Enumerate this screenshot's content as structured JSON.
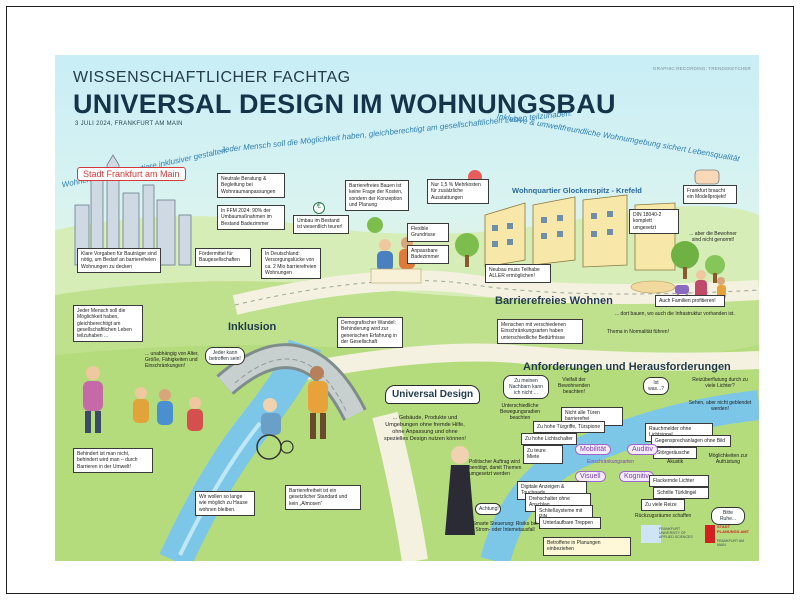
{
  "header": {
    "kicker": "WISSENSCHAFTLICHER FACHTAG",
    "title": "UNIVERSAL DESIGN IM WOHNUNGSBAU",
    "date": "3 JULI 2024, FRANKFURT AM MAIN",
    "credit": "GRAPHIC RECORDING: TRENDSKETCHER"
  },
  "banners": {
    "top": "Jeder Mensch soll die Möglichkeit haben, gleichberechtigt am gesellschaftlichen Leben teilzuhaben.",
    "left": "Wohnen & ganze Quartiere inklusiver gestalten.",
    "right": "Inklusive & umweltfreundliche Wohnumgebung sichert Lebensqualität"
  },
  "city": {
    "tag": "Stadt Frankfurt am Main",
    "notes": {
      "beratung": "Neutrale Beratung & Begleitung bei Wohnraumanpassungen",
      "ffm": "In FFM 2024: 90% der Umbaumaßnahmen im Bestand Badezimmer",
      "vorgaben": "Klare Vorgaben für Bauträger sind nötig, um Bedarf an barrierefreien Wohnungen zu decken",
      "foerder": "Fördermittel für Baugesellschaften",
      "deutschland": "In Deutschland: Versorgungslücke von ca. 2 Mio barrierefreien Wohnungen"
    }
  },
  "costs": {
    "kosten": "Barrierefreies Bauen ist keine Frage der Kosten, sondern der Konzeption und Planung",
    "mehrkosten": "Nur 1,5 % Mehrkosten für zusätzliche Ausstattungen",
    "umbau": "Umbau im Bestand ist wesentlich teurer!",
    "grundrisse": "Flexible Grundrisse",
    "bad": "Anpassbare Badezimmer",
    "euro": "€"
  },
  "glocken": {
    "title": "Wohnquartier Glockenspitz - Krefeld",
    "modell": "Frankfurt braucht ein Modellprojekt!",
    "din": "DIN 18040-2 komplett umgesetzt",
    "bewohner": "... aber die Bewohner sind nicht genormt!",
    "neubau": "Neubau muss Teilhabe ALLER ermöglichen!",
    "familien": "Auch Familien profitieren!"
  },
  "barrierefrei": {
    "title": "Barrierefreies Wohnen",
    "sub": "... dort bauen, wo auch die Infrastruktur vorhanden ist.",
    "normal": "Thema in Normalität führen!",
    "menschen": "Menschen mit verschiedenen Einschränkungsarten haben unterschiedliche Bedürfnisse"
  },
  "inklusion": {
    "title": "Inklusion",
    "jeder": "Jeder Mensch soll die Möglichkeit haben, gleichberechtigt am gesellschaftlichen Leben teilzuhaben ...",
    "unabh": "... unabhängig von Alter, Größe, Fähigkeiten und Einschränkungen!",
    "betroffen": "Jeder kann betroffen sein!",
    "behindert": "Behindert ist man nicht, behindert wird man – durch Barrieren in der Umwelt!",
    "zuhause": "Wir wollen so lange wie möglich zu Hause wohnen bleiben.",
    "wandel": "Demografischer Wandel: Behinderung wird zur generischen Erfahrung in der Gesellschaft"
  },
  "universal": {
    "title": "Universal Design",
    "desc": "... Gebäude, Produkte und Umgebungen ohne fremde Hilfe, ohne Anpassung und ohne spezielles Design nutzen können!",
    "recht": "Barrierefreiheit ist ein gesetzlicher Standard und kein „Almosen“"
  },
  "anforderungen": {
    "title": "Anforderungen und Herausforderungen",
    "nachbarn": "Zu meinen Nachbarn kann ich nicht ...",
    "vielfalt": "Vielfalt der Bewohnenden beachten!",
    "wasls": "Ist was...?",
    "reizueber": "Reizüberflutung durch zu viele Lichter?",
    "geblendet": "Sehen, aber nicht geblendet werden!",
    "bewegung": "Unterschiedliche Bewegungsradien beachten",
    "tueren": "Nicht alle Türen barrierefrei",
    "tuergriff": "Zu hohe Türgriffe, Türspione",
    "lichtschalter": "Zu hohe Lichtschalter",
    "wege": "Zu teure Miete",
    "rauchmelder": "Rauchmelder ohne Lichtsignal",
    "gegensprech": "Gegensprechanlagen ohne Bild",
    "stoer": "Störgeräusche",
    "akustik": "Akustik",
    "aufruestung": "Möglichkeiten zur Aufrüstung",
    "politik": "Politischer Auftrag wird benötigt, damit Themen umgesetzt werden",
    "digital": "Digitale Anzeigen & Touchpads",
    "dreh": "Drehschalter ohne Anschlag",
    "schliess": "Schließsysteme mit PIN",
    "treppen": "Unterlaufbare Treppen",
    "flacker": "Flackernde Lichter",
    "stufe": "Schrille Türklingel",
    "laerm": "Zu viele Reize",
    "rueckzug": "Rückzugsräume schaffen",
    "ruhe": "Bitte Ruhe...",
    "achtung": "Achtung!",
    "steuerung": "Smarte Steuerung: Risiko bei Strom- oder Internetausfall",
    "betroffene": "Betroffene in Planungen einbeziehen",
    "einschr": "Einschränkungsarten",
    "mobil": "Mobilität",
    "audi": "Auditiv",
    "visu": "Visuell",
    "kogn": "Kognitiv"
  },
  "logos": {
    "uas": "FRANKFURT UNIVERSITY OF APPLIED SCIENCES",
    "stadt": "STADT PLANUNGS AMT",
    "stadt_sub": "FRANKFURT AM MAIN"
  },
  "colors": {
    "title": "#163449",
    "accent_blue": "#2f7fb5",
    "river": "#7cc7e8",
    "grass": "#a9d36a",
    "red": "#d43a3a"
  }
}
